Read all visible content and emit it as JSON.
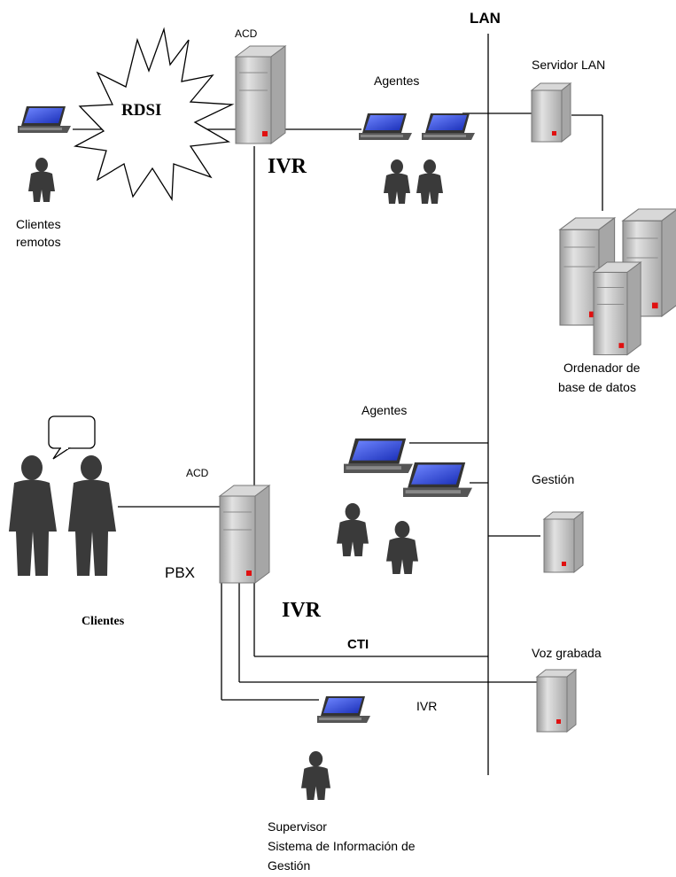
{
  "labels": {
    "lan": "LAN",
    "acd_top": "ACD",
    "acd_bottom": "ACD",
    "rdsi": "RDSI",
    "ivr_top": "IVR",
    "ivr_pbx": "IVR",
    "ivr_supervisor": "IVR",
    "cti": "CTI",
    "pbx": "PBX",
    "agentes_top": "Agentes",
    "agentes_mid": "Agentes",
    "servidor_lan": "Servidor LAN",
    "ordenador_line1": "Ordenador de",
    "ordenador_line2": "base de datos",
    "clientes_remotos_line1": "Clientes",
    "clientes_remotos_line2": "remotos",
    "clientes": "Clientes",
    "gestion": "Gestión",
    "voz_grabada": "Voz grabada",
    "supervisor_line1": "Supervisor",
    "supervisor_line2": "Sistema de Información de",
    "supervisor_line3": "Gestión"
  },
  "colors": {
    "server_body": "#c8c8c8",
    "laptop_screen": "#2a44d8",
    "person": "#3a3a3a",
    "led": "#e01010"
  }
}
